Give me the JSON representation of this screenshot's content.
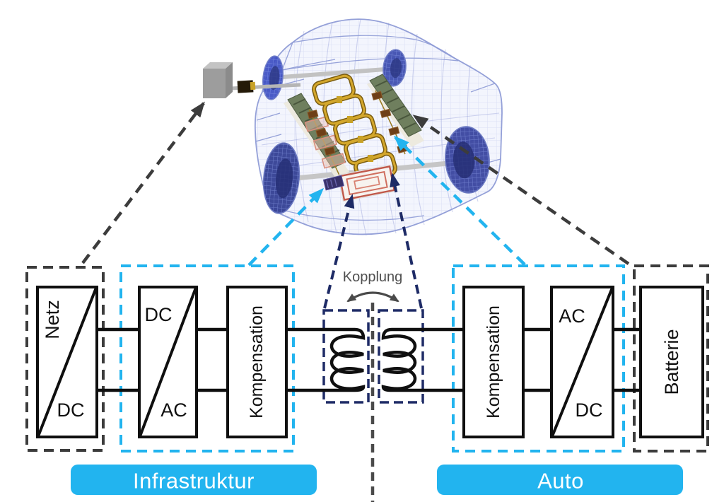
{
  "diagram": {
    "infrastructure": {
      "grid_block": {
        "top": "Netz",
        "bottom": "DC"
      },
      "converter_block": {
        "top": "DC",
        "bottom": "AC"
      },
      "compensation_label": "Kompensation",
      "group_label": "Infrastruktur"
    },
    "coupling": {
      "label": "Kopplung"
    },
    "vehicle": {
      "compensation_label": "Kompensation",
      "converter_block": {
        "top": "AC",
        "bottom": "DC"
      },
      "battery_label": "Batterie",
      "group_label": "Auto"
    },
    "colors": {
      "cyan": "#22b4ef",
      "navy": "#1e2b66",
      "dark_gray": "#3c3c3c",
      "line_black": "#0f0f0f",
      "coupling_text": "#4f4f4f"
    }
  }
}
